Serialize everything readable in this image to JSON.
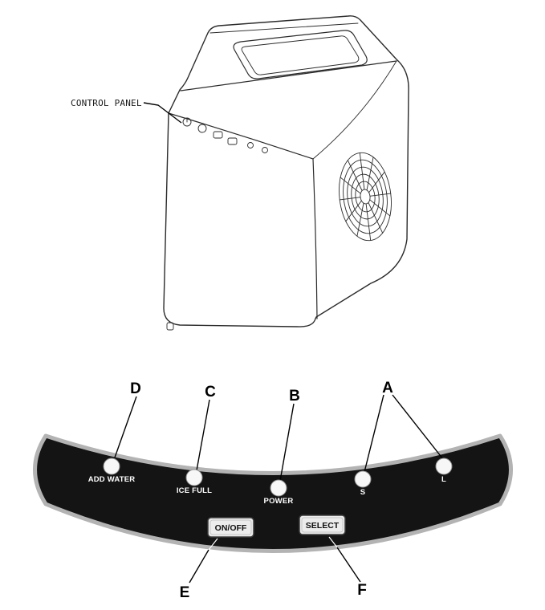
{
  "illustration": {
    "label": "CONTROL PANEL"
  },
  "callouts": {
    "a": "A",
    "b": "B",
    "c": "C",
    "d": "D",
    "e": "E",
    "f": "F"
  },
  "panel": {
    "lights": [
      {
        "id": "add-water",
        "label": "ADD WATER"
      },
      {
        "id": "ice-full",
        "label": "ICE FULL"
      },
      {
        "id": "power",
        "label": "POWER"
      },
      {
        "id": "small-ice",
        "label": "S"
      },
      {
        "id": "large-ice",
        "label": "L"
      }
    ],
    "buttons": [
      {
        "id": "on-off",
        "label": "ON/OFF"
      },
      {
        "id": "select",
        "label": "SELECT"
      }
    ],
    "colors": {
      "faceplate": "#141414",
      "faceplate_rim": "#b3b3b3",
      "indicator_light": "#f7f7f7",
      "button_fill": "#ececec",
      "label_text": "#ffffff"
    }
  }
}
